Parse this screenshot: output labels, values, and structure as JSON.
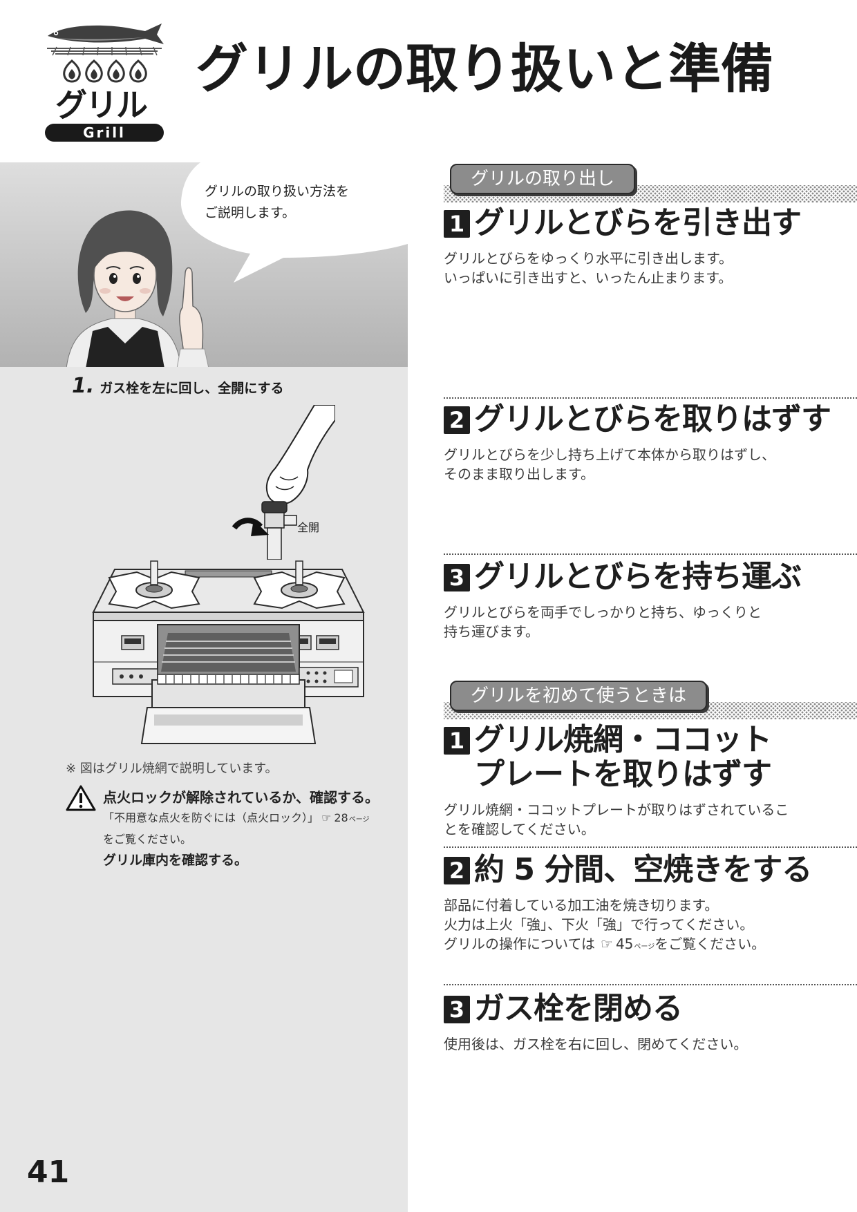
{
  "theme": {
    "panel_bg": "#e6e6e6",
    "tab_bg": "#8c8c8c"
  },
  "header": {
    "badge_label": "グリル",
    "badge_sublabel": "Grill",
    "title": "グリルの取り扱いと準備"
  },
  "intro": {
    "speech_line_1": "グリルの取り扱い方法を",
    "speech_line_2": "ご説明します。"
  },
  "valve_step": {
    "number": "1.",
    "text": "ガス栓を左に回し、全開にする",
    "valve_label": "全開"
  },
  "note": "※ 図はグリル焼網で説明しています。",
  "warning": {
    "heading": "点火ロックが解除されているか、確認する。",
    "ref_text": "「不用意な点火を防ぐには（点火ロック）」",
    "ref_icon": "☞",
    "ref_page": "28",
    "ref_unit": "ページ",
    "ref_suffix": "をご覧ください。",
    "check": "グリル庫内を確認する。"
  },
  "sections": [
    {
      "title": "グリルの取り出し",
      "steps": [
        {
          "number": "1",
          "heading": [
            "グリルとびらを引き出す"
          ],
          "desc": [
            "グリルとびらをゆっくり水平に引き出します。",
            "いっぱいに引き出すと、いったん止まります。"
          ]
        },
        {
          "number": "2",
          "heading": [
            "グリルとびらを取りはずす"
          ],
          "desc": [
            "グリルとびらを少し持ち上げて本体から取りはずし、",
            "そのまま取り出します。"
          ]
        },
        {
          "number": "3",
          "heading": [
            "グリルとびらを持ち運ぶ"
          ],
          "desc": [
            "グリルとびらを両手でしっかりと持ち、ゆっくりと",
            "持ち運びます。"
          ]
        }
      ]
    },
    {
      "title": "グリルを初めて使うときは",
      "steps": [
        {
          "number": "1",
          "heading": [
            "グリル焼網・ココット",
            "プレートを取りはずす"
          ],
          "desc": [
            "グリル焼網・ココットプレートが取りはずされているこ",
            "とを確認してください。"
          ]
        },
        {
          "number": "2",
          "heading": [
            "約 5 分間、空焼きをする"
          ],
          "desc": [
            "部品に付着している加工油を焼き切ります。",
            "火力は上火「強」、下火「強」で行ってください。"
          ],
          "ref": {
            "text": "グリルの操作については",
            "icon": "☞",
            "page": "45",
            "unit": "ページ",
            "suffix": "をご覧ください。"
          }
        },
        {
          "number": "3",
          "heading": [
            "ガス栓を閉める"
          ],
          "desc": [
            "使用後は、ガス栓を右に回し、閉めてください。"
          ]
        }
      ]
    }
  ],
  "page_number": "41"
}
